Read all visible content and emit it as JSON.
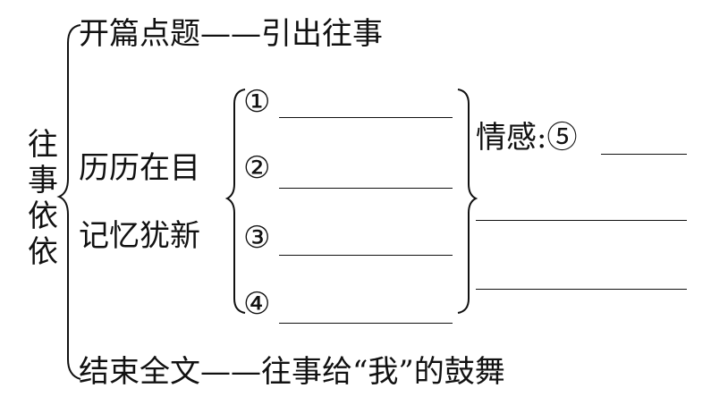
{
  "title_vertical": [
    "往",
    "事",
    "依",
    "依"
  ],
  "top": {
    "section": "开篇点题",
    "dash": "——",
    "content": "引出往事"
  },
  "middle": {
    "line1": "历历在目",
    "line2": "记忆犹新"
  },
  "items": [
    {
      "marker": "①"
    },
    {
      "marker": "②"
    },
    {
      "marker": "③"
    },
    {
      "marker": "④"
    }
  ],
  "emotion": {
    "label": "情感:",
    "marker": "⑤"
  },
  "bottom": {
    "section": "结束全文",
    "dash": "——",
    "content": "往事给“我”的鼓舞"
  }
}
